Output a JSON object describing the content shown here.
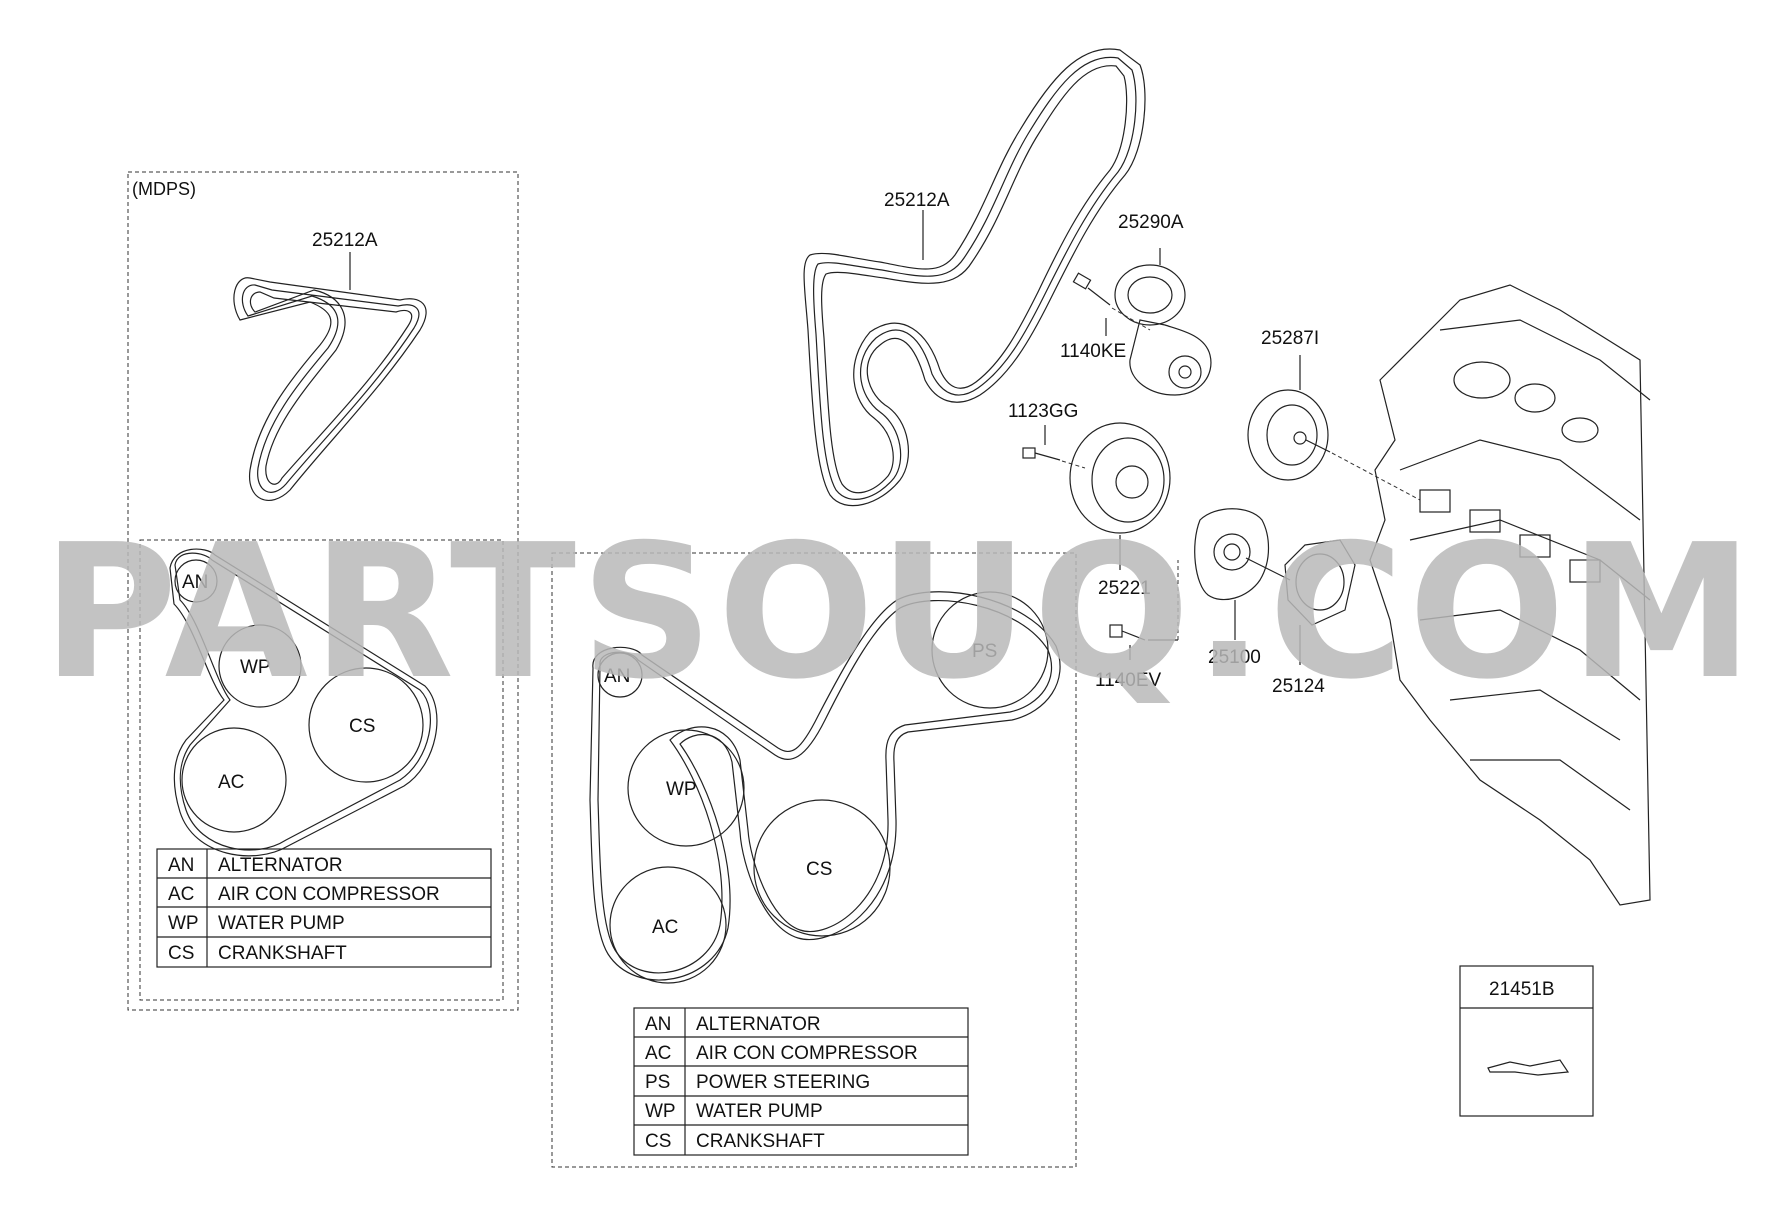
{
  "mdps_label": "(MDPS)",
  "parts": {
    "belt_mdps": "25212A",
    "belt_main": "25212A",
    "tensioner": "25290A",
    "bolt_tensioner": "1140KE",
    "idler_upper": "25287I",
    "bolt_idler": "1123GG",
    "idler_lower": "25221",
    "water_pump": "25100",
    "gasket": "25124",
    "bolt_pump": "1140EV",
    "sealant": "21451B"
  },
  "watermark": "PARTSOUQ.COM",
  "left_diagram": {
    "pulleys": {
      "an": "AN",
      "wp": "WP",
      "cs": "CS",
      "ac": "AC"
    },
    "legend": [
      {
        "code": "AN",
        "name": "ALTERNATOR"
      },
      {
        "code": "AC",
        "name": "AIR CON COMPRESSOR"
      },
      {
        "code": "WP",
        "name": "WATER PUMP"
      },
      {
        "code": "CS",
        "name": "CRANKSHAFT"
      }
    ]
  },
  "right_diagram": {
    "pulleys": {
      "an": "AN",
      "ps": "PS",
      "wp": "WP",
      "cs": "CS",
      "ac": "AC"
    },
    "legend": [
      {
        "code": "AN",
        "name": "ALTERNATOR"
      },
      {
        "code": "AC",
        "name": "AIR CON COMPRESSOR"
      },
      {
        "code": "PS",
        "name": "POWER STEERING"
      },
      {
        "code": "WP",
        "name": "WATER PUMP"
      },
      {
        "code": "CS",
        "name": "CRANKSHAFT"
      }
    ]
  }
}
